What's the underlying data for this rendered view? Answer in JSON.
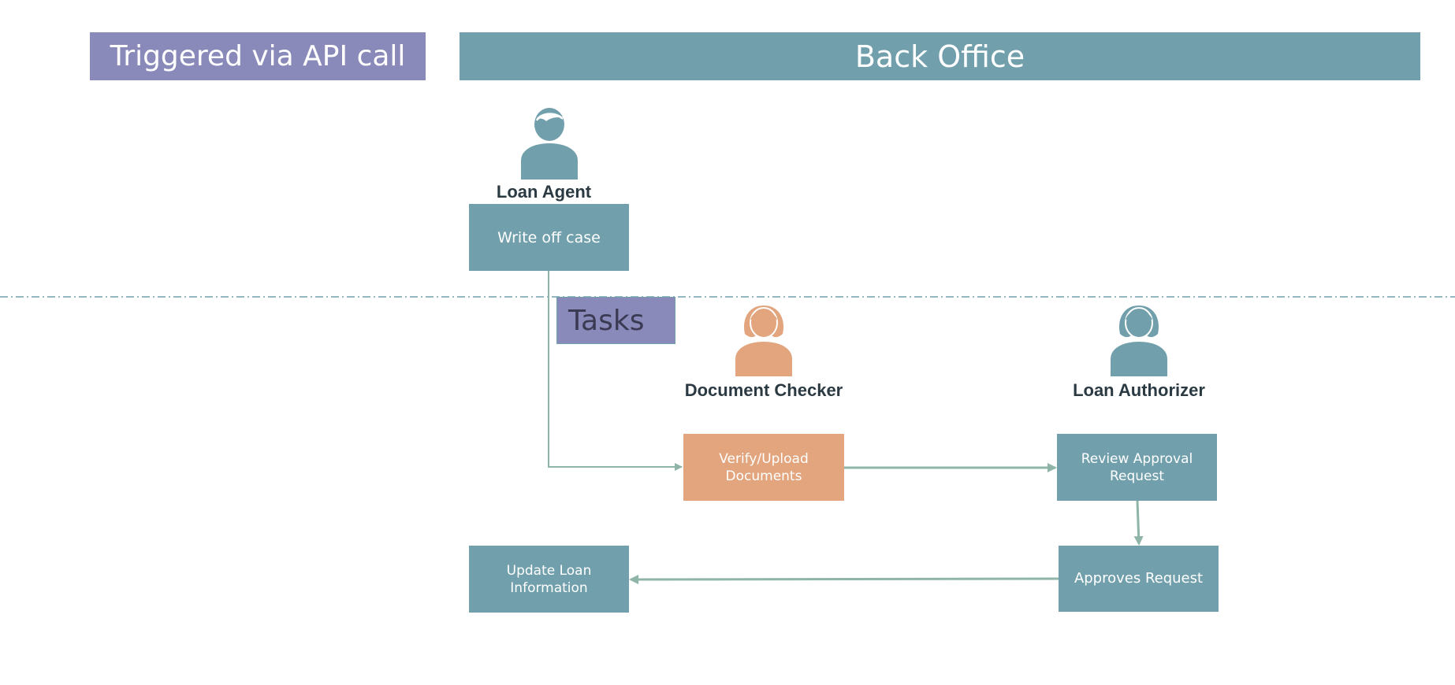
{
  "banners": {
    "api": "Triggered via API call",
    "back_office": "Back Office"
  },
  "tasks_label": "Tasks",
  "roles": {
    "loan_agent": "Loan Agent",
    "document_checker": "Document Checker",
    "loan_authorizer": "Loan Authorizer"
  },
  "steps": {
    "write_off": "Write off case",
    "verify": "Verify/Upload\nDocuments",
    "review": "Review Approval\nRequest",
    "approves": "Approves Request",
    "update": "Update Loan\nInformation"
  },
  "colors": {
    "teal": "#71a0ac",
    "purple": "#8989ba",
    "orange": "#e2a57e",
    "connector": "#8fb5a8"
  },
  "icons": {
    "loan_agent": "male-person-icon",
    "document_checker": "female-person-icon",
    "loan_authorizer": "female-person-icon"
  }
}
